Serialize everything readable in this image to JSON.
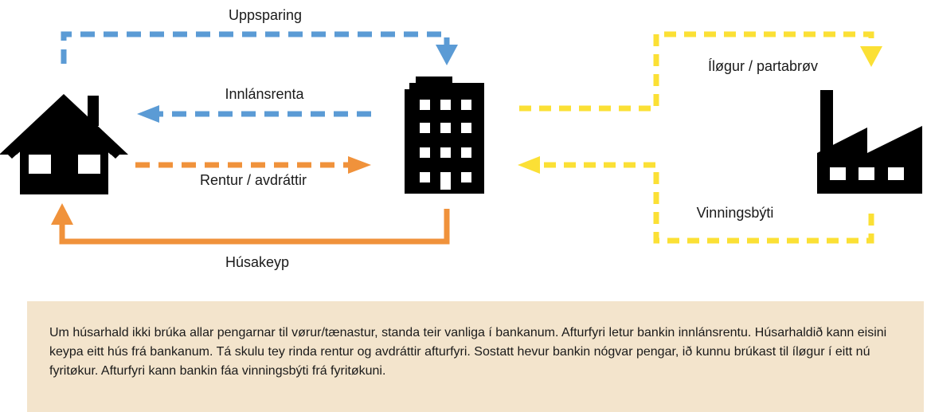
{
  "colors": {
    "blue": "#5b9bd5",
    "orange": "#f0923b",
    "yellow": "#fbe035",
    "icon": "#000000",
    "caption_bg": "#f3e4cc"
  },
  "icons": {
    "house": "house-icon",
    "bank": "bank-building-icon",
    "factory": "factory-icon"
  },
  "labels": {
    "savings": "Uppsparing",
    "deposit_interest": "Innlánsrenta",
    "interest_repayments": "Rentur / avdráttir",
    "house_purchase": "Húsakeyp",
    "investment_shares": "Íløgur / partabrøv",
    "dividend": "Vinningsbýti"
  },
  "caption": "Um húsarhald ikki brúka allar pengarnar til vørur/tænastur, standa teir vanliga í bankanum. Afturfyri letur bankin innlánsrentu. Húsarhaldið kann eisini keypa eitt hús frá bankanum. Tá skulu tey rinda rentur og avdráttir afturfyri. Sostatt hevur bankin nógvar pengar, ið kunnu brúkast til íløgur í eitt nú fyritøkur. Afturfyri kann bankin fáa vinningsbýti frá fyritøkuni."
}
